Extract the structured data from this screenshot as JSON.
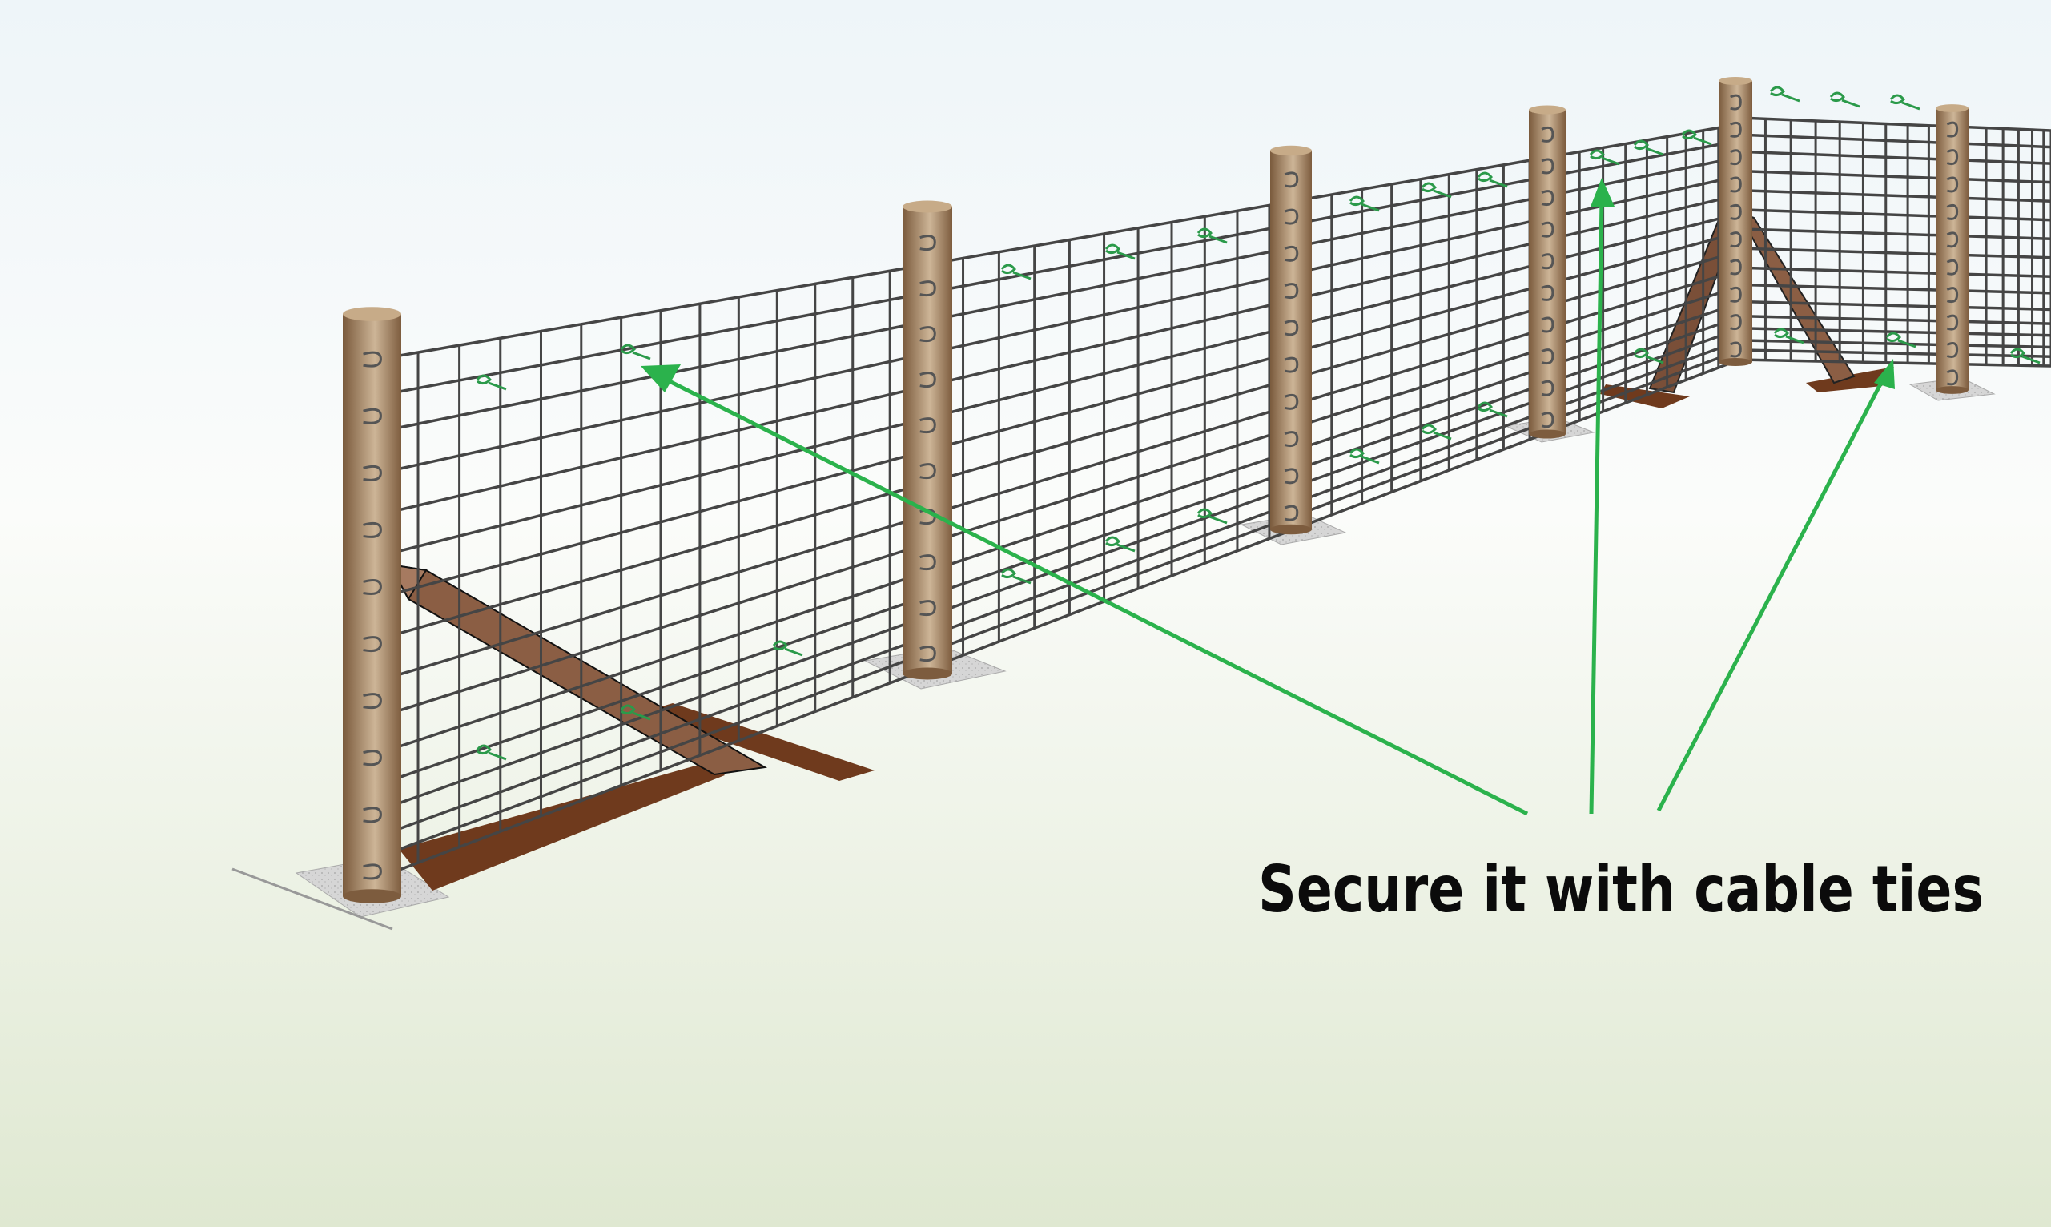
{
  "caption": "Secure it with cable ties",
  "colors": {
    "arrow": "#2bb24c",
    "post": "#a88a68",
    "wire": "#454545",
    "soil": "#6f3a1d",
    "brace": "#8b5e44",
    "sky_top": "#eef5f9",
    "ground_bottom": "#dfe8d1"
  },
  "icons": [
    "fence-post",
    "wire-mesh",
    "cable-tie",
    "diagonal-brace",
    "arrow"
  ]
}
